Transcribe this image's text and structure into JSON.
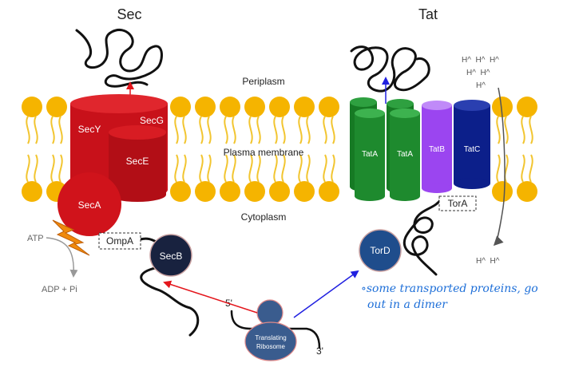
{
  "titles": {
    "sec": "Sec",
    "tat": "Tat"
  },
  "regions": {
    "periplasm": "Periplasm",
    "membrane": "Plasma membrane",
    "cytoplasm": "Cytoplasm"
  },
  "proteins": {
    "secY": "SecY",
    "secG": "SecG",
    "secE": "SecE",
    "secA": "SecA",
    "secB": "SecB",
    "tatA1": "TatA",
    "tatA2": "TatA",
    "tatB": "TatB",
    "tatC": "TatC",
    "torD": "TorD",
    "ribosome_line1": "Translating",
    "ribosome_line2": "Ribosome"
  },
  "labels": {
    "torA": "TorA",
    "ompA": "OmpA",
    "atp": "ATP",
    "adp": "ADP + Pi",
    "five_prime": "5'",
    "three_prime": "3'"
  },
  "protons": {
    "row1": "H^  H^  H^",
    "row2": "H^  H^",
    "row3": "H^",
    "bottom": "H^  H^"
  },
  "note": {
    "line1": "∘some transported proteins, go",
    "line2": "out in a dimer"
  },
  "colors": {
    "sec_red": "#d0131b",
    "sec_dark_red": "#a80d14",
    "tat_green": "#1e8a2e",
    "tatB_purple": "#9b45f0",
    "tatC_blue": "#0c1f8a",
    "secB_navy": "#18223f",
    "torD_blue": "#1f4d8c",
    "ribosome_blue": "#3a5c8e",
    "lipid_yellow": "#f5b400",
    "red_arrow": "#e4161c",
    "blue_arrow": "#2020e0",
    "handwriting_blue": "#1e6fd8"
  }
}
